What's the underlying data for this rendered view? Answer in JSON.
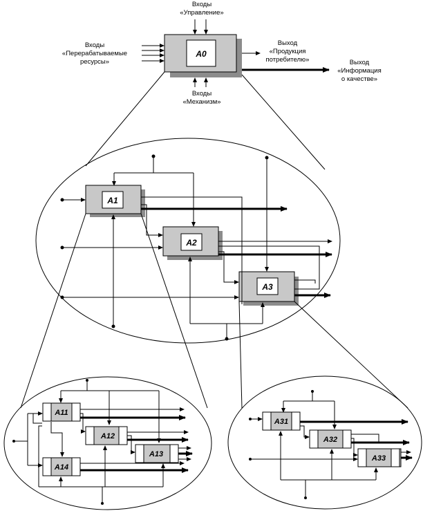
{
  "top": {
    "block": "A0",
    "control": {
      "line1": "Входы",
      "line2": "«Управление»"
    },
    "inputs": {
      "line1": "Входы",
      "line2": "«Перерабатываемые",
      "line3": "ресурсы»"
    },
    "output1": {
      "line1": "Выход",
      "line2": "«Продукция",
      "line3": "потребителю»"
    },
    "output2": {
      "line1": "Выход",
      "line2": "«Информация",
      "line3": "о качестве»"
    },
    "mechanism": {
      "line1": "Входы",
      "line2": "«Механизм»"
    }
  },
  "middle": {
    "blocks": [
      "A1",
      "A2",
      "A3"
    ]
  },
  "bottom_left": {
    "blocks": [
      "A11",
      "A12",
      "A13",
      "A14"
    ]
  },
  "bottom_right": {
    "blocks": [
      "A31",
      "A32",
      "A33"
    ]
  }
}
